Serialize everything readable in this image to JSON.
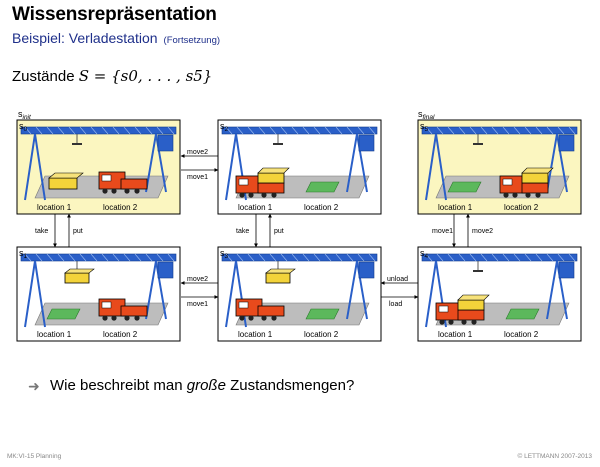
{
  "slide": {
    "title": "Wissensrepräsentation",
    "subtitle": "Beispiel: Verladestation",
    "subtitle_note": "(Fortsetzung)",
    "states_prefix": "Zustände",
    "states_formula": "S = {s0, . . . , s5}",
    "question_arrow": "➜",
    "question_pre": "Wie beschreibt man ",
    "question_em": "große",
    "question_post": " Zustandsmengen?"
  },
  "footer": {
    "left": "MK:VI-15   Planning",
    "right": "© LETTMANN 2007-2013"
  },
  "diagram": {
    "state_labels": {
      "s_init": "s",
      "s_init_sub": "init",
      "s_final": "s",
      "s_final_sub": "final",
      "s0": "s",
      "s0_sub": "0",
      "s1": "s",
      "s1_sub": "1",
      "s2": "s",
      "s2_sub": "2",
      "s3": "s",
      "s3_sub": "3",
      "s4": "s",
      "s4_sub": "4",
      "s5": "s",
      "s5_sub": "5"
    },
    "location_1": "location 1",
    "location_2": "location 2",
    "transitions": {
      "move1": "move1",
      "move2": "move2",
      "take": "take",
      "put": "put",
      "load": "load",
      "unload": "unload"
    },
    "colors": {
      "highlight_bg": "#fbf6c0",
      "crane_blue": "#2a5fc8",
      "cargo_yellow": "#f3d33a",
      "truck_orange": "#e84a1c",
      "floor_gray": "#bdbdbd",
      "pad_green": "#5cb85c"
    }
  }
}
